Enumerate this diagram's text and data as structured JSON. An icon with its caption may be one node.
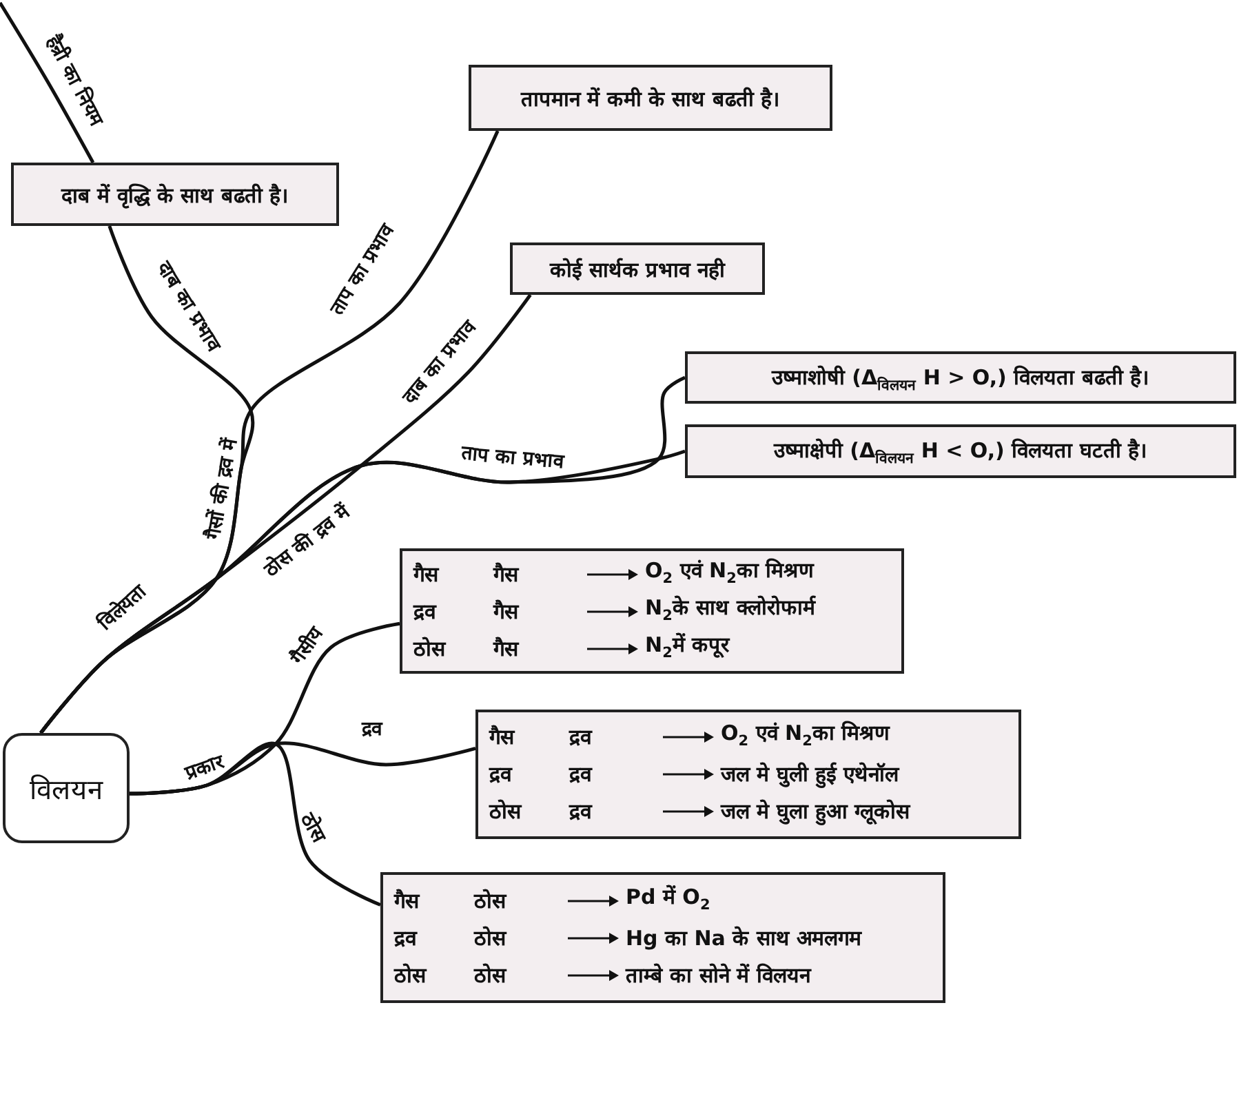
{
  "diagram": {
    "nodes": [
      {
        "text": [
          "विलयन"
        ]
      },
      {
        "text": [
          "दाब में वृद्धि के साथ बढती है।"
        ]
      },
      {
        "text": [
          "तापमान में कमी के साथ बढती है।"
        ]
      },
      {
        "text": [
          "कोई सार्थक प्रभाव नही"
        ]
      },
      {
        "text": [
          "उष्माशोषी (Δ$_{विलयन}$ H > O,) विलयता बढती है।"
        ]
      },
      {
        "text": [
          "उष्माक्षेपी (Δ$_{विलयन}$ H < O,) विलयता घटती है।"
        ]
      },
      {
        "text": [
          "गैस",
          "गैस",
          "O$_{2}$ एवं N$_{2}$का मिश्रण",
          "द्रव",
          "गैस",
          "N$_{2}$के साथ क्लोरोफार्म",
          "ठोस",
          "गैस",
          "N$_{2}$में कपूर"
        ]
      },
      {
        "text": [
          "गैस",
          "द्रव",
          "O$_{2}$ एवं N$_{2}$का मिश्रण",
          "द्रव",
          "द्रव",
          "जल मे घुली हुई एथेनॉल",
          "ठोस",
          "द्रव",
          "जल मे घुला हुआ ग्लूकोस"
        ]
      },
      {
        "text": [
          "गैस",
          "ठोस",
          "Pd में O$_{2}$",
          "द्रव",
          "ठोस",
          "Hg का Na के साथ अमलगम",
          "ठोस",
          "ठोस",
          "ताम्बे का सोने में विलयन"
        ]
      }
    ],
    "edges": [
      {
        "from": 0,
        "to": 1,
        "arrow": "none",
        "label": "दाब का प्रभाव"
      },
      {
        "from": 0,
        "to": 2,
        "arrow": "none",
        "label": "ताप का प्रभाव"
      },
      {
        "from": 0,
        "to": 3,
        "arrow": "none",
        "label": "दाब का प्रभाव"
      },
      {
        "from": 0,
        "to": 4,
        "arrow": "none"
      },
      {
        "from": 0,
        "to": 5,
        "arrow": "none"
      },
      {
        "from": 0,
        "to": 6,
        "arrow": "none",
        "label": "गैसीय"
      },
      {
        "from": 0,
        "to": 7,
        "arrow": "none",
        "label": "द्रव"
      },
      {
        "from": 0,
        "to": 8,
        "arrow": "none",
        "label": "ठोस"
      },
      {
        "from": 1,
        "to": null,
        "arrow": "none",
        "label": "हैन्री का नियम"
      }
    ],
    "labels": [
      "विलेयता",
      "गैसों की द्रव में",
      "ठोस की द्रव में",
      "ताप का प्रभाव",
      "प्रकार"
    ]
  }
}
